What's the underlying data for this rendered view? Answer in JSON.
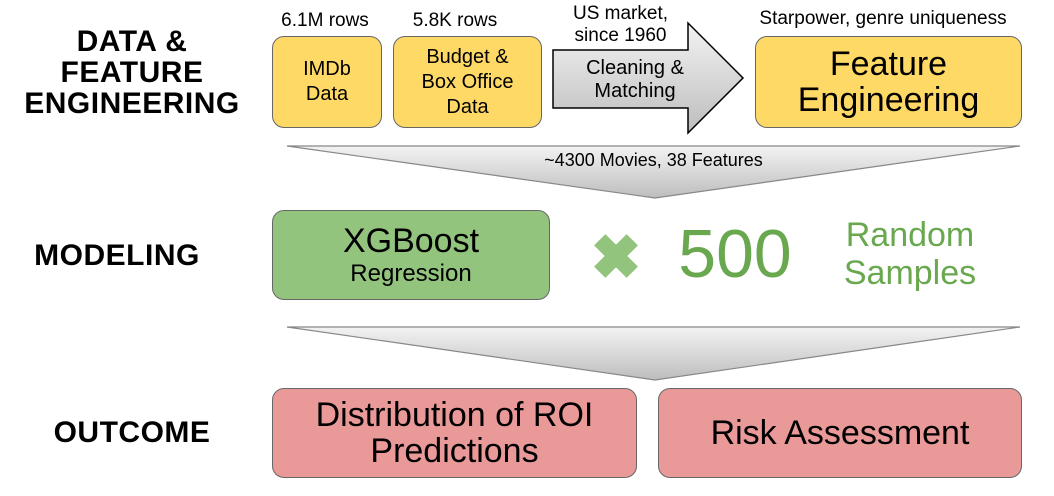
{
  "sections": {
    "data_label_line1": "DATA &",
    "data_label_line2": "FEATURE",
    "data_label_line3": "ENGINEERING",
    "modeling_label": "MODELING",
    "outcome_label": "OUTCOME"
  },
  "data_stage": {
    "imdb": {
      "count": "6.1M rows",
      "line1": "IMDb",
      "line2": "Data"
    },
    "budget": {
      "count": "5.8K rows",
      "line1": "Budget &",
      "line2": "Box Office",
      "line3": "Data"
    },
    "cleaning": {
      "note_line1": "US market,",
      "note_line2": "since 1960",
      "line1": "Cleaning &",
      "line2": "Matching"
    },
    "features": {
      "note": "Starpower, genre uniqueness",
      "line1": "Feature",
      "line2": "Engineering"
    }
  },
  "funnel1_label": "~4300 Movies, 38 Features",
  "modeling": {
    "model_line1": "XGBoost",
    "model_line2": "Regression",
    "count": "500",
    "samples_line1": "Random",
    "samples_line2": "Samples"
  },
  "outcome": {
    "distribution_line1": "Distribution of ROI",
    "distribution_line2": "Predictions",
    "risk": "Risk Assessment"
  },
  "colors": {
    "yellow": "#ffd966",
    "green": "#93c47d",
    "green_text": "#6aa84f",
    "red": "#ea9999",
    "arrow_gray": "#d9d9d9"
  }
}
